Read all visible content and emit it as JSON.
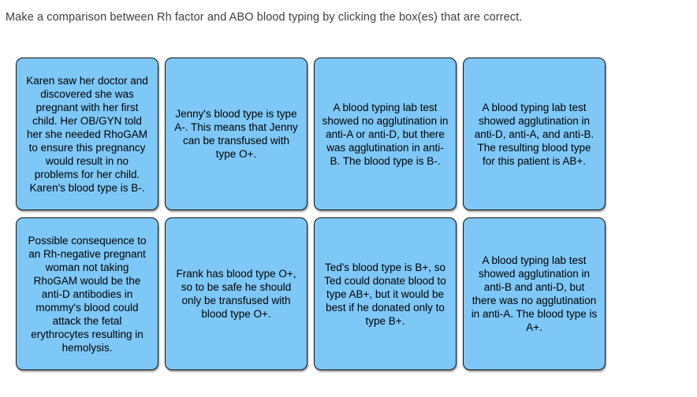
{
  "header": {
    "instruction": "Make a comparison between Rh factor and ABO blood typing by clicking the box(es) that are correct."
  },
  "cards": [
    {
      "text": "Karen saw her doctor and discovered she was pregnant with her first child. Her OB/GYN told her she needed RhoGAM to ensure this pregnancy would result in no problems for her child. Karen's blood type is B-."
    },
    {
      "text": "Jenny's blood type is type A-. This means that Jenny can be transfused with type O+."
    },
    {
      "text": "A blood typing lab test showed no agglutination in anti-A or anti-D, but there was agglutination in anti-B. The blood type is B-."
    },
    {
      "text": "A blood typing lab test showed agglutination in anti-D, anti-A, and anti-B. The resulting blood type for this patient is AB+."
    },
    {
      "text": "Possible consequence to an Rh-negative pregnant woman not taking RhoGAM would be the anti-D antibodies in mommy's blood could attack the fetal erythrocytes resulting in hemolysis."
    },
    {
      "text": "Frank has blood type O+, so to be safe he should only be transfused with blood type O+."
    },
    {
      "text": "Ted's blood type is B+, so Ted could donate blood to type AB+, but it would be best if he donated only to type B+."
    },
    {
      "text": "A blood typing lab test showed agglutination in anti-B and anti-D, but there was no agglutination in anti-A. The blood type is A+."
    }
  ],
  "colors": {
    "card_fill": "#7ec8f7",
    "card_border": "#141414",
    "card_text": "#000000",
    "instruction_text": "#3f3f3f",
    "background": "#ffffff"
  }
}
